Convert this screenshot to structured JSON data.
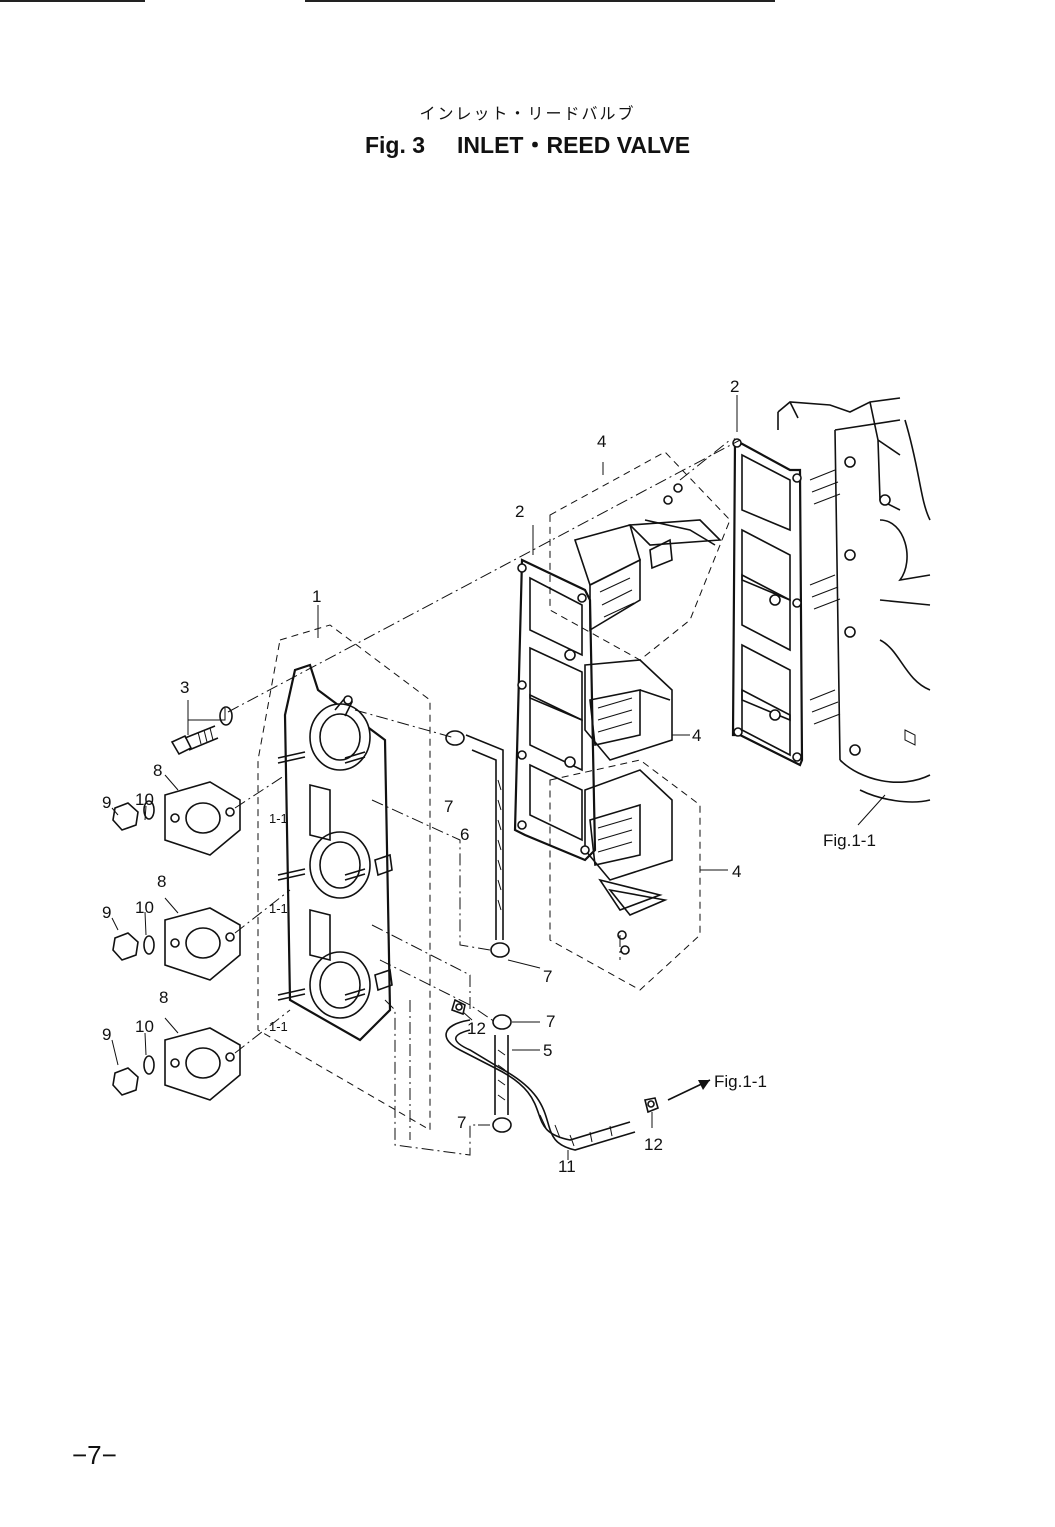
{
  "header": {
    "subtitle_jp": "インレット・リードバルブ",
    "fig_number": "Fig. 3",
    "fig_title": "INLET・REED VALVE"
  },
  "footer": {
    "page_number": "−7−"
  },
  "callouts": {
    "c1": "1",
    "c2a": "2",
    "c2b": "2",
    "c3": "3",
    "c4a": "4",
    "c4b": "4",
    "c4c": "4",
    "c5": "5",
    "c6": "6",
    "c7a": "7",
    "c7b": "7",
    "c7c": "7",
    "c7d": "7",
    "c8a": "8",
    "c8b": "8",
    "c8c": "8",
    "c9a": "9",
    "c9b": "9",
    "c9c": "9",
    "c10a": "10",
    "c10b": "10",
    "c10c": "10",
    "c11": "11",
    "c12a": "12",
    "c12b": "12",
    "s1": "1-1",
    "s2": "1-1",
    "s3": "1-1"
  },
  "references": {
    "ref_crankcase": "Fig.1-1",
    "ref_arrow": "Fig.1-1"
  }
}
